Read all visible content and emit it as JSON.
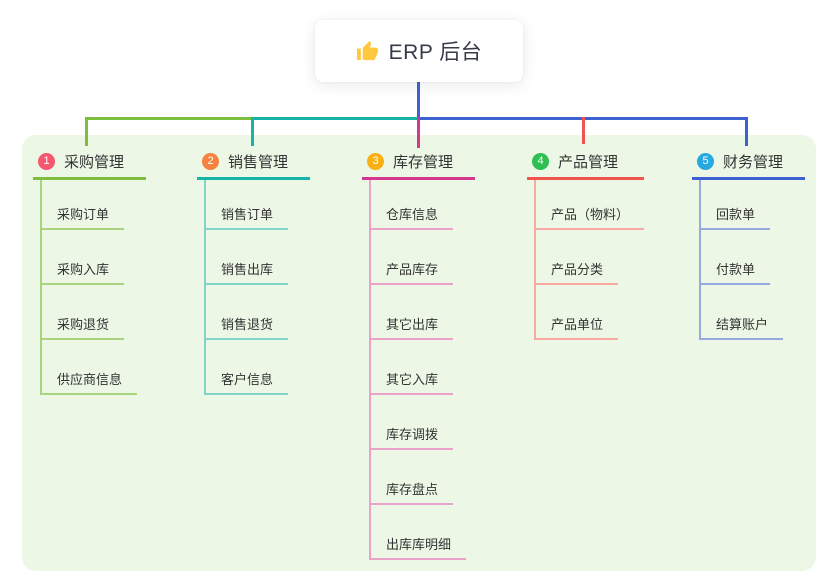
{
  "root": {
    "title": "ERP 后台",
    "icon": "thumbs-up-icon"
  },
  "colors": {
    "panel_bg": "#ecf7e6",
    "root_line": "#3e61d2",
    "text": "#333333",
    "thumb": "#ffc83d"
  },
  "branches": [
    {
      "num": "1",
      "label": "采购管理",
      "color": "#7dbe3f",
      "light_color": "#a9d47d",
      "badge_color": "#f4586e",
      "children": [
        "采购订单",
        "采购入库",
        "采购退货",
        "供应商信息"
      ]
    },
    {
      "num": "2",
      "label": "销售管理",
      "color": "#17b3a6",
      "light_color": "#82d4c8",
      "badge_color": "#f5823d",
      "children": [
        "销售订单",
        "销售出库",
        "销售退货",
        "客户信息"
      ]
    },
    {
      "num": "3",
      "label": "库存管理",
      "color": "#d4378e",
      "light_color": "#eba2ca",
      "badge_color": "#f9b015",
      "children": [
        "仓库信息",
        "产品库存",
        "其它出库",
        "其它入库",
        "库存调拨",
        "库存盘点",
        "出库库明细"
      ]
    },
    {
      "num": "4",
      "label": "产品管理",
      "color": "#f2534e",
      "light_color": "#f7a9a2",
      "badge_color": "#2ebe52",
      "children": [
        "产品（物料）",
        "产品分类",
        "产品单位"
      ]
    },
    {
      "num": "5",
      "label": "财务管理",
      "color": "#3e61d2",
      "light_color": "#97aadf",
      "badge_color": "#27a8e0",
      "children": [
        "回款单",
        "付款单",
        "结算账户"
      ]
    }
  ]
}
